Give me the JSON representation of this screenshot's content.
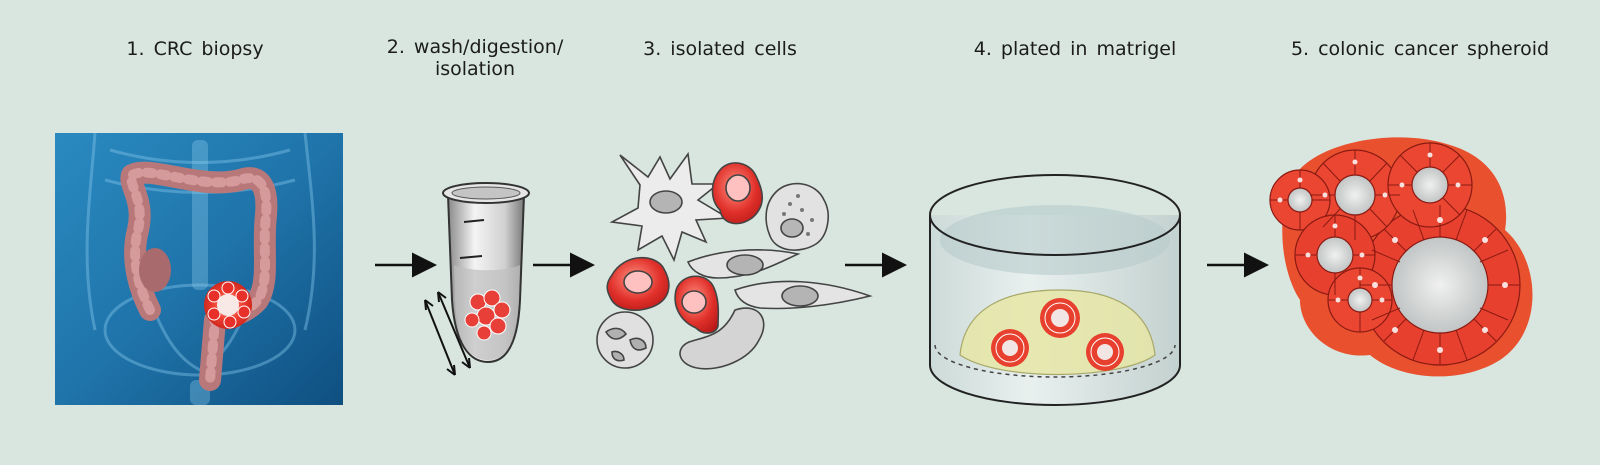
{
  "steps": [
    {
      "label": "1. CRC biopsy"
    },
    {
      "label": "2. wash/digestion/\nisolation"
    },
    {
      "label": "3. isolated cells"
    },
    {
      "label": "4. plated in matrigel"
    },
    {
      "label": "5. colonic cancer spheroid"
    }
  ],
  "colors": {
    "background": "#d8e6df",
    "tumor_red": "#e0302a",
    "body_blue": "#1e78b0",
    "colon_pink": "#b8787a",
    "cell_grey": "#d8d8d8",
    "matrigel_yellow": "#e6e6a6"
  },
  "icons": [
    "colon-anatomy-icon",
    "eppendorf-tube-icon",
    "cells-icon",
    "petri-dish-icon",
    "spheroid-icon",
    "arrow-right-icon"
  ]
}
